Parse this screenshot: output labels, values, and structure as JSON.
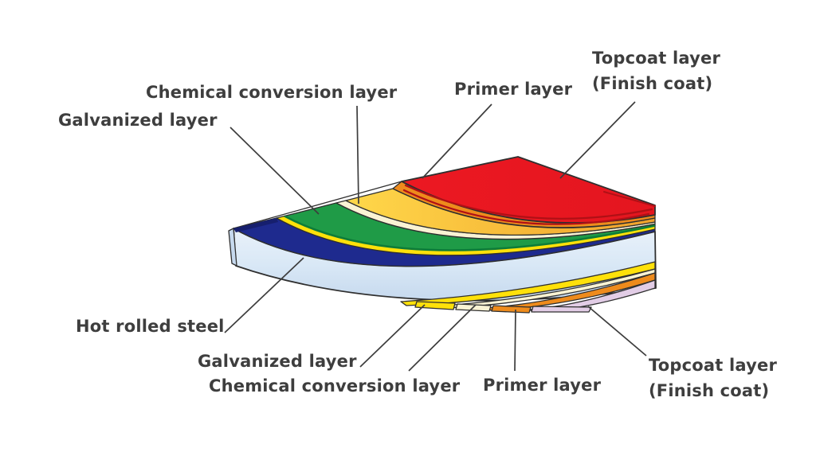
{
  "diagram": {
    "background": "#ffffff",
    "outline_color": "#2f2f2f",
    "leader_line_color": "#3d3d3d",
    "text_color": "#3e3e3e",
    "palette": {
      "steel_light": "#e9f1fa",
      "steel": "#d9e8f6",
      "steel_shade": "#c6d9ee",
      "navy": "#1e2a8e",
      "navy_dark": "#161f6e",
      "yellow": "#ffe10a",
      "green": "#1f9b47",
      "green_dark": "#0e7c38",
      "cream": "#faf3d4",
      "gold_light": "#ffd84a",
      "gold_deep": "#f0a22c",
      "orange": "#ee8b1c",
      "red_light": "#ec1822",
      "red": "#e4161f",
      "red_dark": "#b01016",
      "lavender": "#e2cde6"
    },
    "annotations": {
      "top_galvanized": {
        "text": "Galvanized layer",
        "line": [
          289,
          160,
          400,
          269
        ]
      },
      "top_chemical": {
        "text": "Chemical conversion layer",
        "line": [
          448,
          133,
          450,
          256
        ]
      },
      "top_primer": {
        "text": "Primer layer",
        "line": [
          617,
          131,
          530,
          224
        ]
      },
      "top_topcoat": {
        "text": "Topcoat layer",
        "text2": "(Finish coat)",
        "line": [
          797,
          128,
          703,
          224
        ]
      },
      "hot_rolled_steel": {
        "text": "Hot rolled steel",
        "line": [
          282,
          418,
          381,
          324
        ]
      },
      "bottom_galvanized": {
        "text": "Galvanized layer",
        "line": [
          452,
          461,
          533,
          383
        ]
      },
      "bottom_chemical": {
        "text": "Chemical conversion layer",
        "line": [
          513,
          466,
          597,
          383
        ]
      },
      "bottom_primer": {
        "text": "Primer layer",
        "line": [
          646,
          466,
          647,
          389
        ]
      },
      "bottom_topcoat": {
        "text": "Topcoat layer",
        "text2": "(Finish coat)",
        "line": [
          811,
          447,
          738,
          385
        ]
      }
    }
  }
}
